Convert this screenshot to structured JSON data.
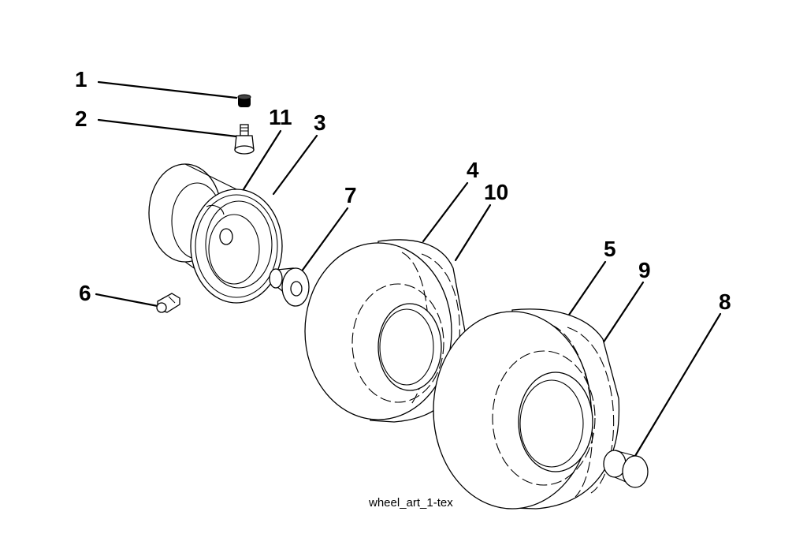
{
  "caption": "wheel_art_1-tex",
  "callouts": {
    "c1": "1",
    "c2": "2",
    "c3": "3",
    "c4": "4",
    "c5": "5",
    "c6": "6",
    "c7": "7",
    "c8": "8",
    "c9": "9",
    "c10": "10",
    "c11": "11"
  }
}
